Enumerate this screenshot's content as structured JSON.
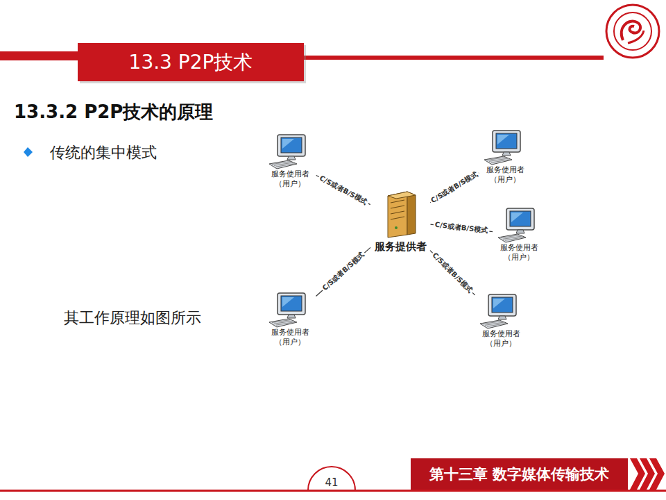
{
  "diagram": {
    "title": "13.3 P2P技术",
    "nodes": [
      {
        "text": [
          "服务使用者 （用户）"
        ]
      },
      {
        "text": [
          "服务使用者 （用户）"
        ]
      },
      {
        "text": [
          "服务提供者"
        ]
      },
      {
        "text": [
          "服务使用者 （用户）"
        ]
      },
      {
        "text": [
          "服务使用者 （用户）"
        ]
      },
      {
        "text": [
          "服务使用者 （用户）"
        ]
      }
    ],
    "edges": [
      {
        "from": 2,
        "to": 0,
        "label": "C/S或者B/S模式",
        "arrow": "none"
      },
      {
        "from": 2,
        "to": 1,
        "label": "C/S或者B/S模式",
        "arrow": "none"
      },
      {
        "from": 2,
        "to": 3,
        "label": "C/S或者B/S模式",
        "arrow": "none"
      },
      {
        "from": 2,
        "to": 4,
        "label": "C/S或者B/S模式",
        "arrow": "none"
      },
      {
        "from": 2,
        "to": 5,
        "label": "C/S或者B/S模式",
        "arrow": "none"
      }
    ],
    "labels": [
      "13.3.2 P2P技术的原理",
      "传统的集中模式",
      "其工作原理如图所示",
      "第十三章 数字媒体传输技术",
      "41"
    ]
  }
}
